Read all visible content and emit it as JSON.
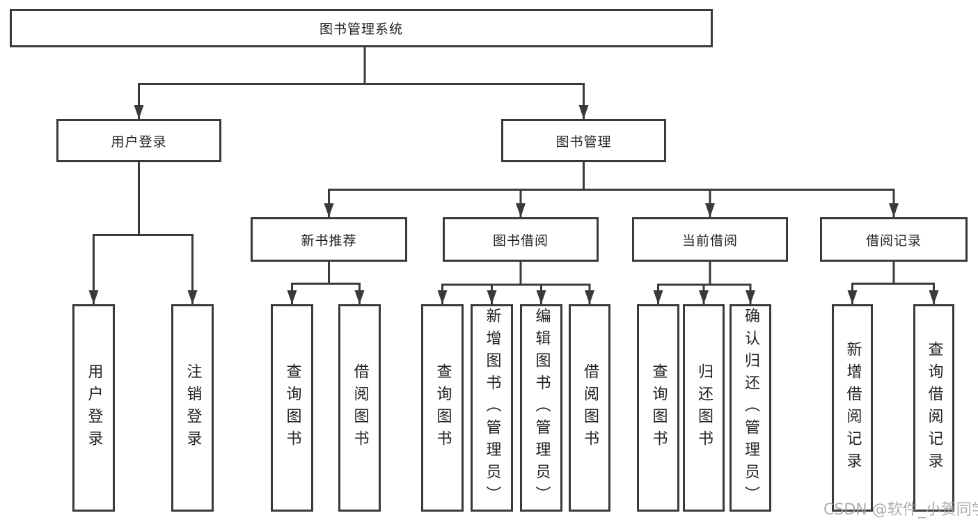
{
  "nodes": {
    "root": {
      "label": "图书管理系统"
    },
    "user_login": {
      "label": "用户登录"
    },
    "book_mgmt": {
      "label": "图书管理"
    },
    "new_book_rec": {
      "label": "新书推荐"
    },
    "book_borrow": {
      "label": "图书借阅"
    },
    "current_borrow": {
      "label": "当前借阅"
    },
    "borrow_records": {
      "label": "借阅记录"
    }
  },
  "leaves": {
    "user_login": [
      "用户登录",
      "注销登录"
    ],
    "new_book_rec": [
      "查询图书",
      "借阅图书"
    ],
    "book_borrow": [
      "查询图书",
      "新增图书（管理员）",
      "编辑图书（管理员）",
      "借阅图书"
    ],
    "current_borrow": [
      "查询图书",
      "归还图书",
      "确认归还（管理员）"
    ],
    "borrow_records": [
      "新增借阅记录",
      "查询借阅记录"
    ]
  },
  "watermark": "CSDN @软件_小贺同学",
  "colors": {
    "line": "#3a3a3a",
    "text": "#222222",
    "watermark": "#a0a0a0",
    "background": "#ffffff"
  }
}
